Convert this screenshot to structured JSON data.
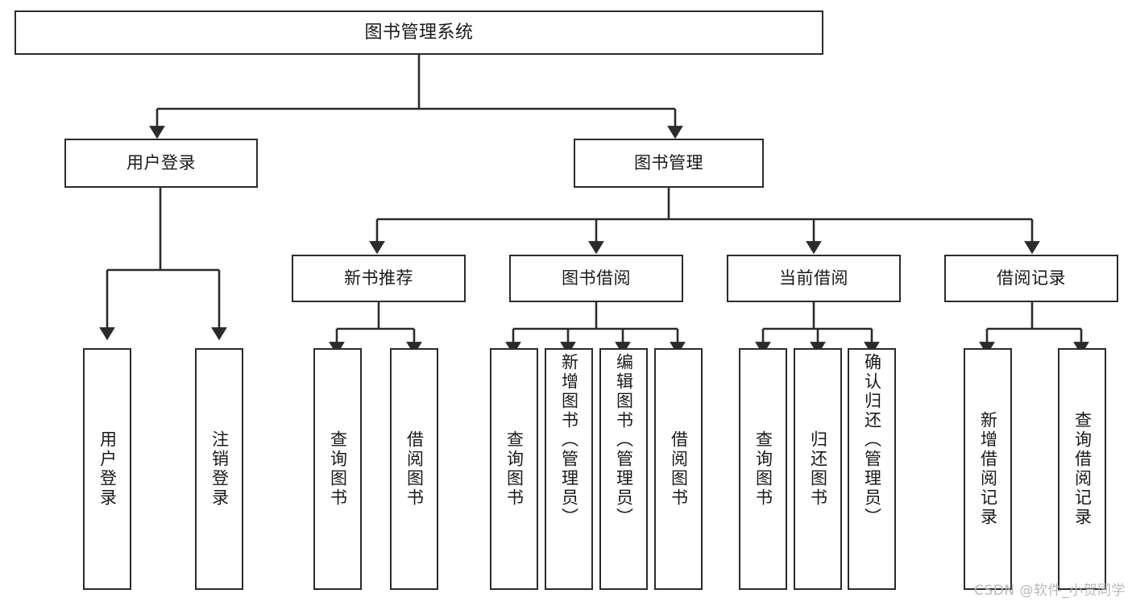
{
  "diagram": {
    "title": "图书管理系统",
    "type": "tree-hierarchy-chart",
    "root": {
      "label": "图书管理系统"
    },
    "level2": [
      {
        "label": "用户登录"
      },
      {
        "label": "图书管理"
      }
    ],
    "level3": [
      {
        "label": "新书推荐"
      },
      {
        "label": "图书借阅"
      },
      {
        "label": "当前借阅"
      },
      {
        "label": "借阅记录"
      }
    ],
    "leaves": {
      "user_login": [
        {
          "label": "用户登录"
        },
        {
          "label": "注销登录"
        }
      ],
      "new_book_recommend": [
        {
          "label": "查询图书"
        },
        {
          "label": "借阅图书"
        }
      ],
      "book_borrow": [
        {
          "label": "查询图书"
        },
        {
          "label": "新增图书（管理员）"
        },
        {
          "label": "编辑图书（管理员）"
        },
        {
          "label": "借阅图书"
        }
      ],
      "current_borrow": [
        {
          "label": "查询图书"
        },
        {
          "label": "归还图书"
        },
        {
          "label": "确认归还（管理员）"
        }
      ],
      "borrow_record": [
        {
          "label": "新增借阅记录"
        },
        {
          "label": "查询借阅记录"
        }
      ]
    }
  },
  "watermark": {
    "text": "CSDN @软件_小贺同学"
  },
  "colors": {
    "box_border": "#2b2b2b",
    "box_fill": "#ffffff",
    "edge": "#2b2b2b",
    "text": "#1a1a1a",
    "watermark": "#b9b9b9"
  }
}
